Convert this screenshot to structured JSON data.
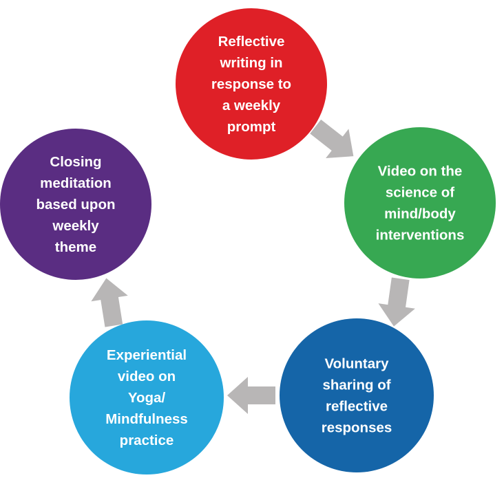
{
  "diagram": {
    "type": "cycle",
    "direction": "clockwise",
    "arrow_color": "#b8b6b6",
    "steps": [
      {
        "id": "reflective-writing",
        "lines": [
          "Reflective",
          "writing in",
          "response to",
          "a weekly",
          "prompt"
        ],
        "color": "#df2027"
      },
      {
        "id": "science-video",
        "lines": [
          "Video on the",
          "science of",
          "mind/body",
          "interventions"
        ],
        "color": "#37a852"
      },
      {
        "id": "voluntary-sharing",
        "lines": [
          "Voluntary",
          "sharing of",
          "reflective",
          "responses"
        ],
        "color": "#1565a8"
      },
      {
        "id": "experiential-video",
        "lines": [
          "Experiential",
          "video on",
          "Yoga/",
          "Mindfulness",
          "practice"
        ],
        "color": "#27a7dc"
      },
      {
        "id": "closing-meditation",
        "lines": [
          "Closing",
          "meditation",
          "based upon",
          "weekly",
          "theme"
        ],
        "color": "#5a2d82"
      }
    ]
  }
}
